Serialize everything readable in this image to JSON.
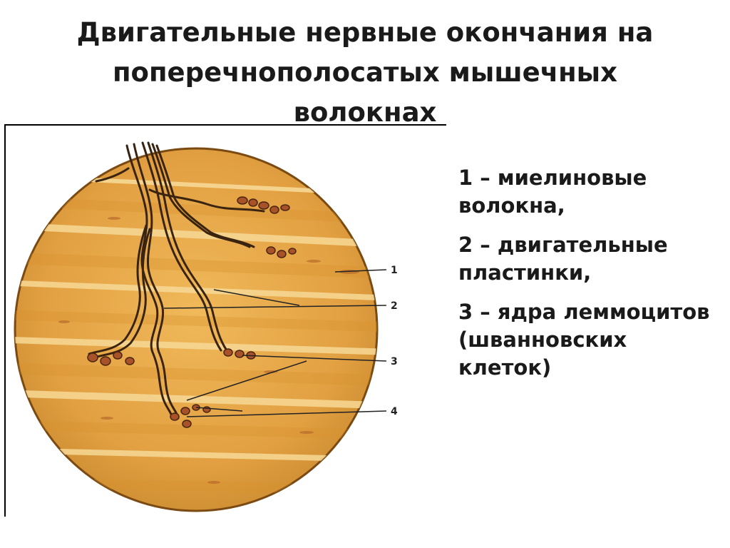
{
  "title": {
    "line1": "Двигательные нервные окончания на",
    "line2": "поперечнополосатых мышечных",
    "line3": "волокнах"
  },
  "legend": {
    "items": [
      "1 – миелиновые волокна,",
      "2 – двигательные пластинки,",
      "3 – ядра леммоцитов (шванновских клеток)"
    ]
  },
  "callouts": [
    "1",
    "2",
    "3",
    "4"
  ],
  "colors": {
    "muscle_base": "#e7a646",
    "muscle_light": "#f6d38c",
    "muscle_dark": "#c9852a",
    "nerve": "#3a2410",
    "nuclei": "#a8522a",
    "outline": "#7a4a12"
  }
}
